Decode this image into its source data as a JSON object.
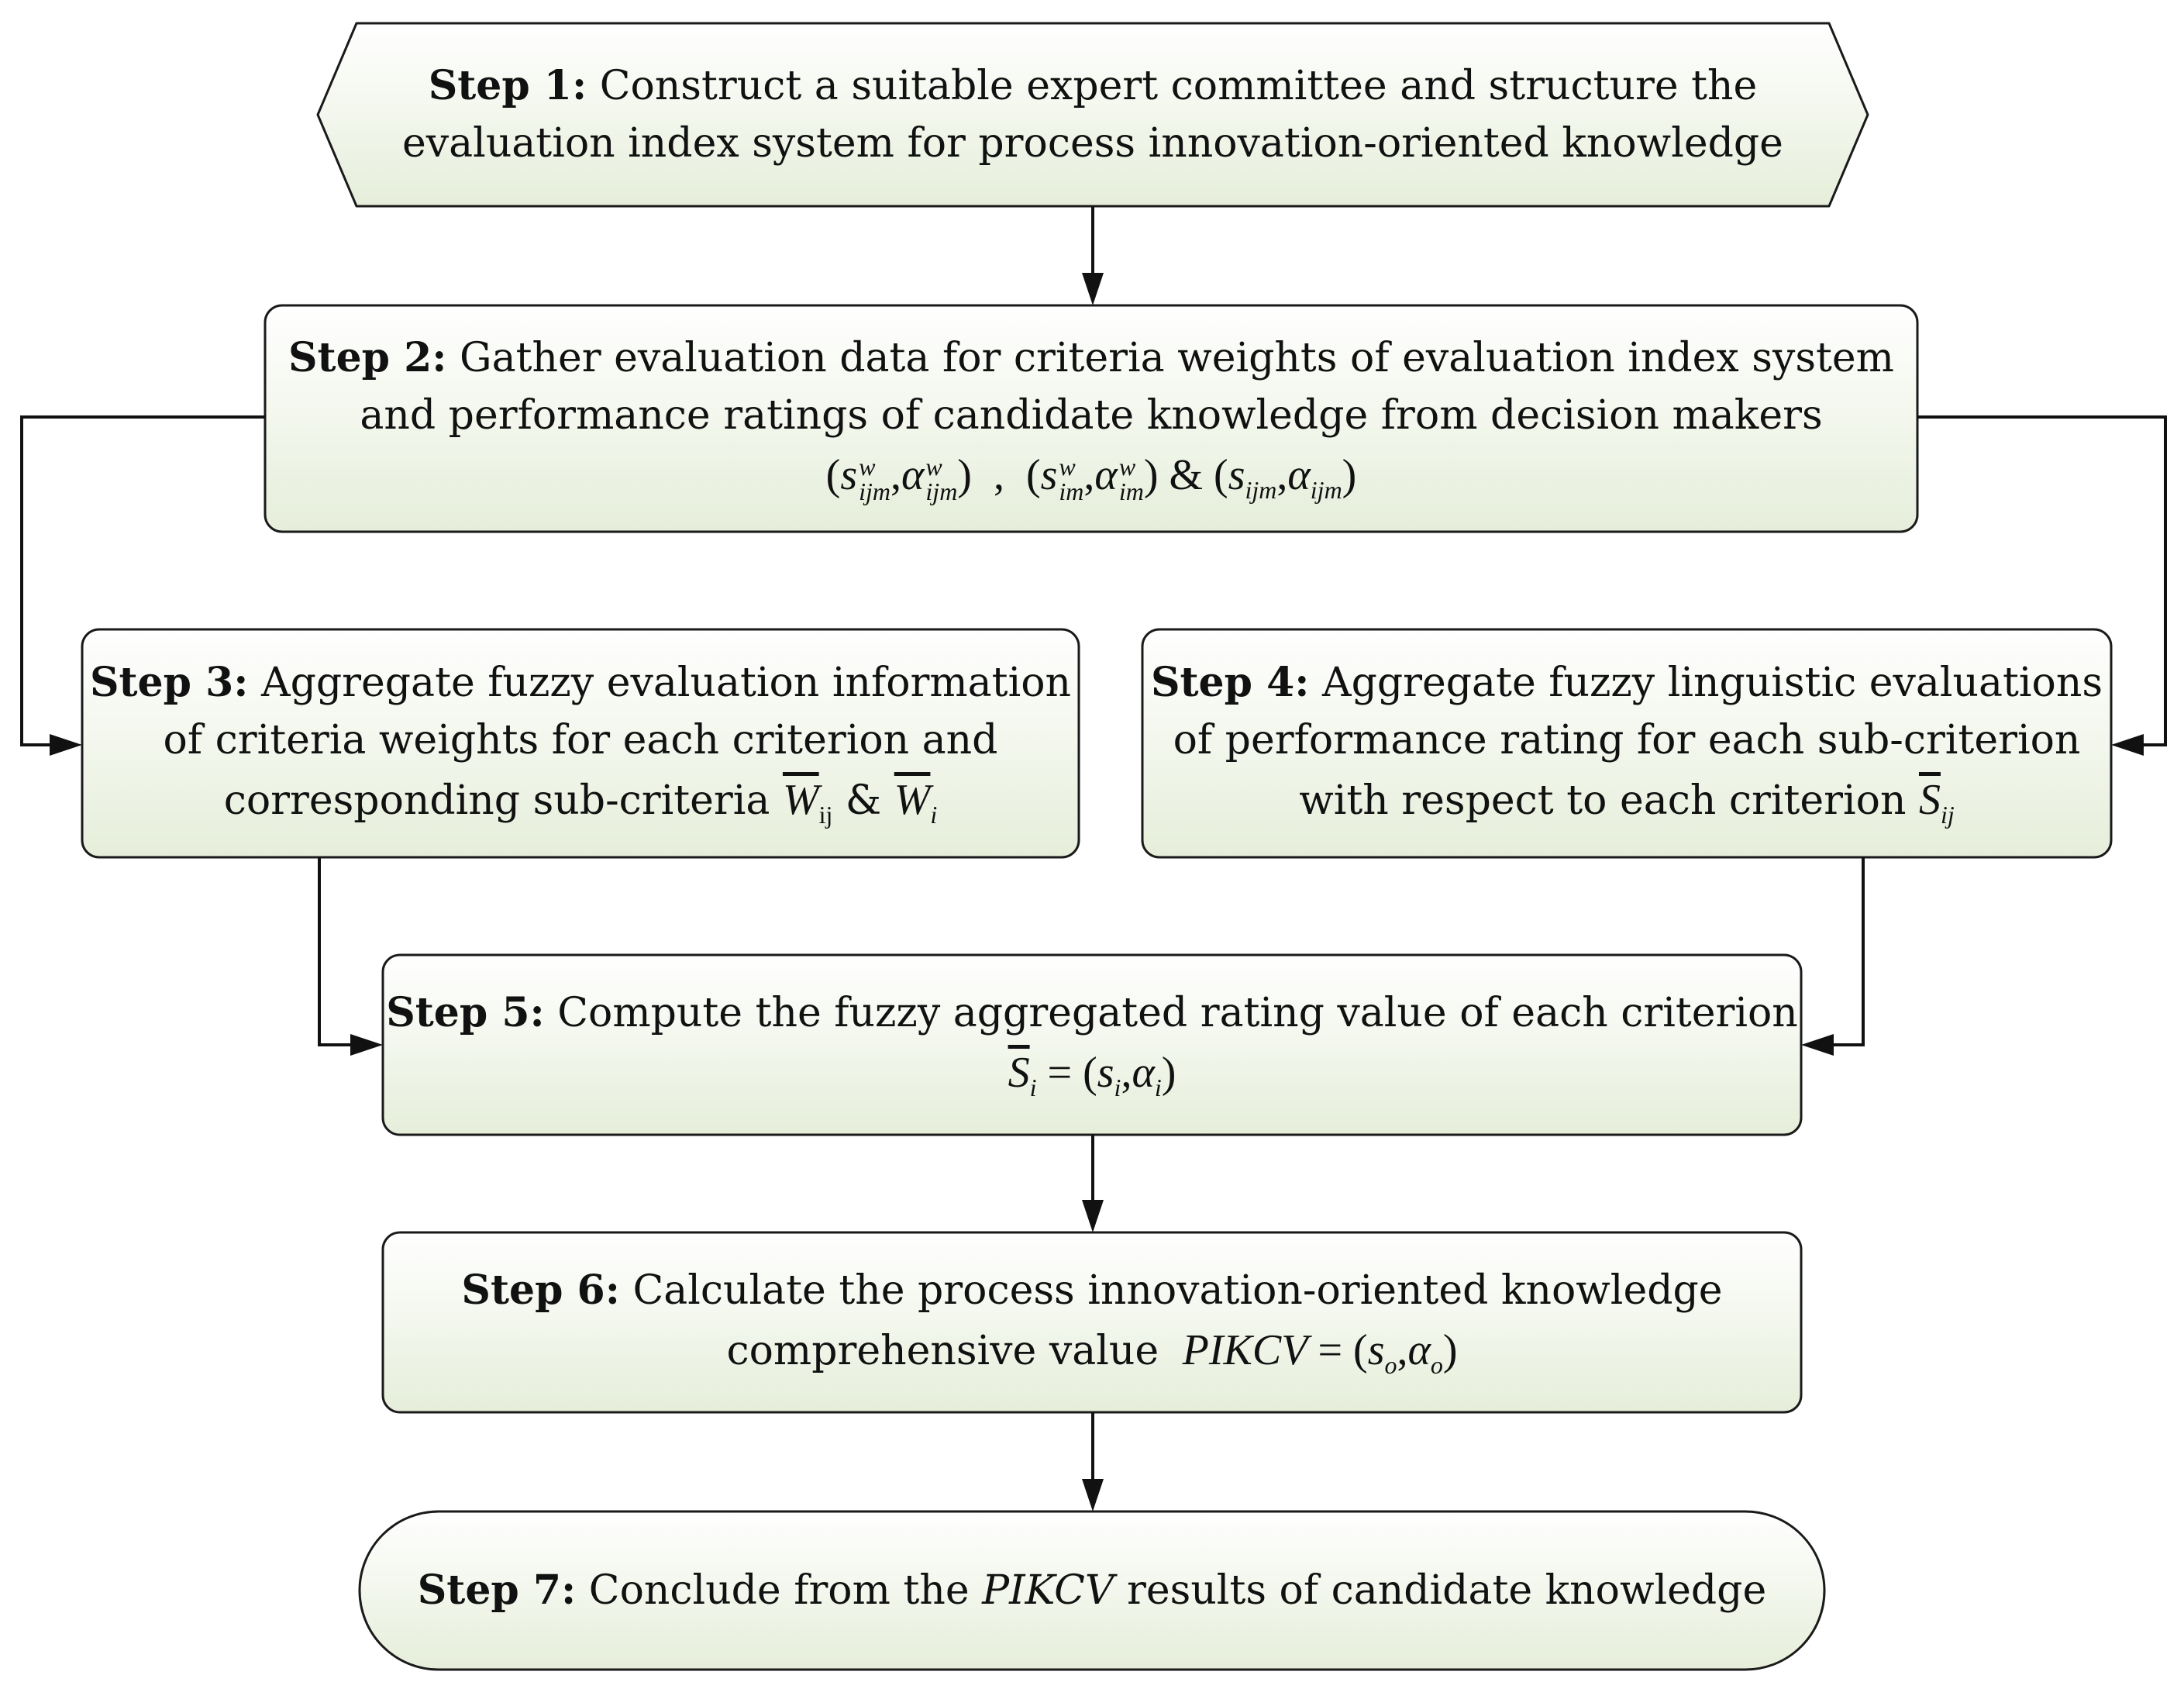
{
  "steps": {
    "s1": {
      "label": "Step 1:",
      "line1": "Construct a suitable expert committee and structure the",
      "line2": "evaluation index system for process innovation-oriented knowledge"
    },
    "s2": {
      "label": "Step 2:",
      "line1": "Gather evaluation data for criteria weights of evaluation index system",
      "line2": "and performance ratings of candidate knowledge from decision makers",
      "sym_s": "s",
      "sym_alpha": "α",
      "sup_w": "w",
      "sub_ijm": "ijm",
      "sub_im": "im",
      "comma": ",",
      "amp": "&"
    },
    "s3": {
      "label": "Step 3:",
      "line1": "Aggregate fuzzy evaluation information",
      "line2": "of criteria weights for each criterion and",
      "line3": "corresponding sub-criteria",
      "sym_W": "W",
      "sub_ij": "ij",
      "sub_i": "i",
      "amp": "&"
    },
    "s4": {
      "label": "Step 4:",
      "line1": "Aggregate fuzzy linguistic evaluations",
      "line2": "of performance rating  for each sub-criterion",
      "line3": "with respect to each criterion",
      "sym_S": "S",
      "sub_ij": "ij"
    },
    "s5": {
      "label": "Step 5:",
      "line1": "Compute the fuzzy aggregated rating value of each criterion",
      "sym_S": "S",
      "sym_s": "s",
      "sym_alpha": "α",
      "sub_i": "i",
      "eq": "="
    },
    "s6": {
      "label": "Step 6:",
      "line1": "Calculate the process innovation-oriented knowledge",
      "line2": "comprehensive value",
      "sym_pikcv": "PIKCV",
      "eq": "=",
      "sym_s": "s",
      "sym_alpha": "α",
      "sub_o": "o"
    },
    "s7": {
      "label": "Step 7:",
      "text_a": "Conclude from the",
      "sym_pikcv": "PIKCV",
      "text_b": "results of candidate knowledge"
    }
  },
  "colors": {
    "fill_top": "#ffffff",
    "fill_bottom": "#e6eeda",
    "stroke": "#1a1a1a",
    "text": "#111111"
  }
}
